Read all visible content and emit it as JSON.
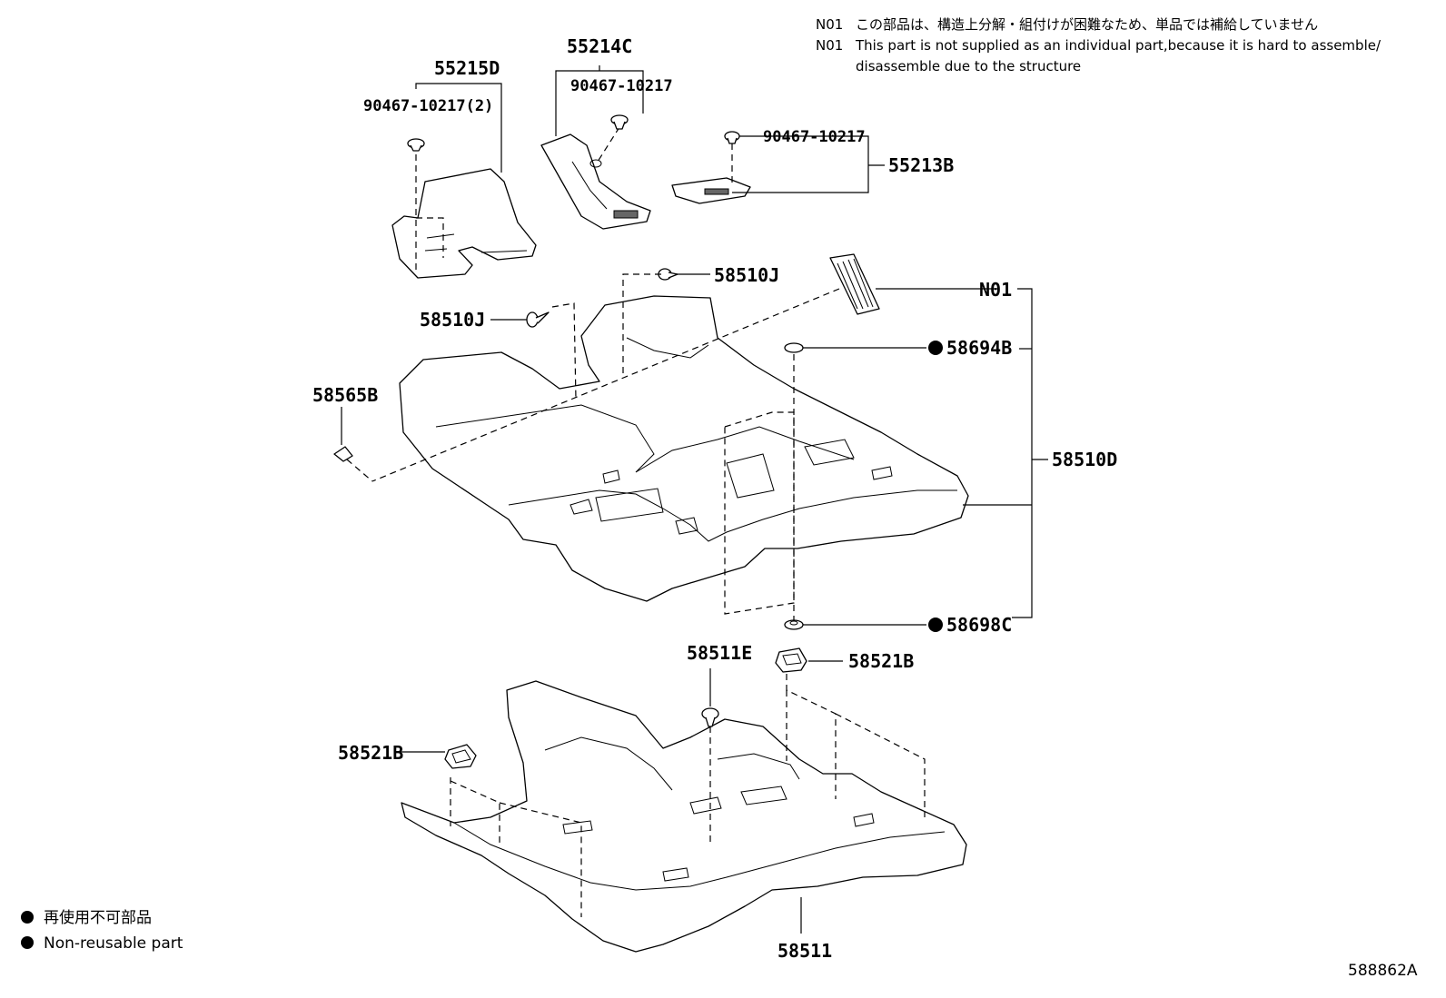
{
  "notes": {
    "n01_code": "N01",
    "n01_jp": "この部品は、構造上分解・組付けが困難なため、単品では補給していません",
    "n01_en_line1": "This part is not supplied as an individual part,because it is hard to assemble/",
    "n01_en_line2": "disassemble due to the structure"
  },
  "parts": {
    "p55215D": "55215D",
    "p90467_2": "90467-10217(2)",
    "p55214C": "55214C",
    "p90467_a": "90467-10217",
    "p90467_b": "90467-10217",
    "p55213B": "55213B",
    "p58510J_a": "58510J",
    "p58510J_b": "58510J",
    "pN01": "N01",
    "p58694B": "58694B",
    "p58565B": "58565B",
    "p58510D": "58510D",
    "p58698C": "58698C",
    "p58511E": "58511E",
    "p58521B_a": "58521B",
    "p58521B_b": "58521B",
    "p58511": "58511"
  },
  "legend": {
    "jp": "再使用不可部品",
    "en": "Non-reusable part"
  },
  "diagram_id": "588862A"
}
